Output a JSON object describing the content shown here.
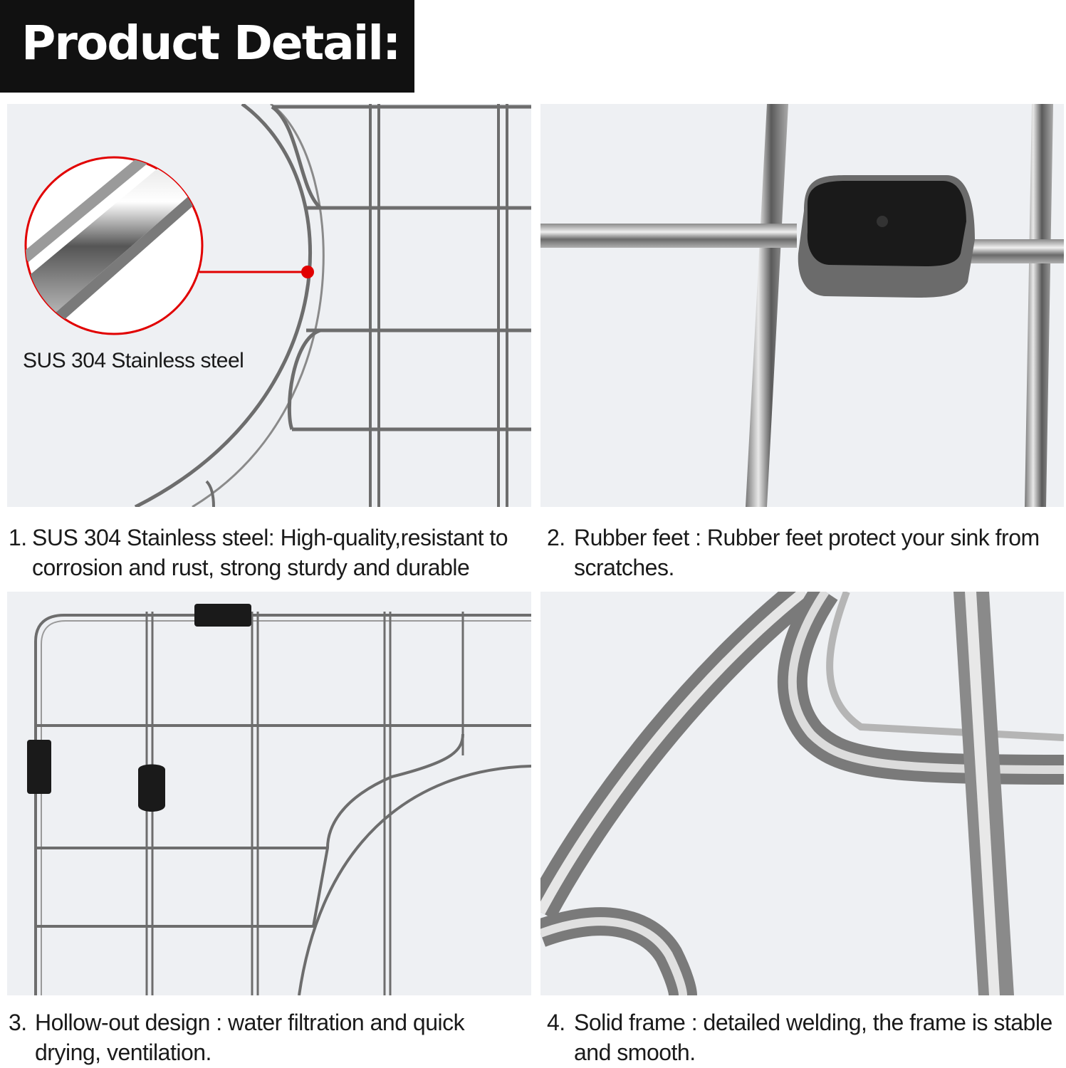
{
  "header": {
    "title": "Product Detail:"
  },
  "panel1": {
    "callout_label": "SUS 304 Stainless steel"
  },
  "features": [
    {
      "number": "1.",
      "text": "SUS 304 Stainless steel: High-quality,resistant to corrosion and rust, strong sturdy and durable"
    },
    {
      "number": "2.",
      "text": "Rubber feet : Rubber feet protect your sink from scratches."
    },
    {
      "number": "3.",
      "text": "Hollow-out design : water filtration and quick drying, ventilation."
    },
    {
      "number": "4.",
      "text": "Solid frame : detailed welding, the frame is stable and smooth."
    }
  ],
  "colors": {
    "header_bg": "#111111",
    "panel_bg": "#eef0f3",
    "accent_red": "#e10000",
    "rubber": "#1a1a1a"
  }
}
